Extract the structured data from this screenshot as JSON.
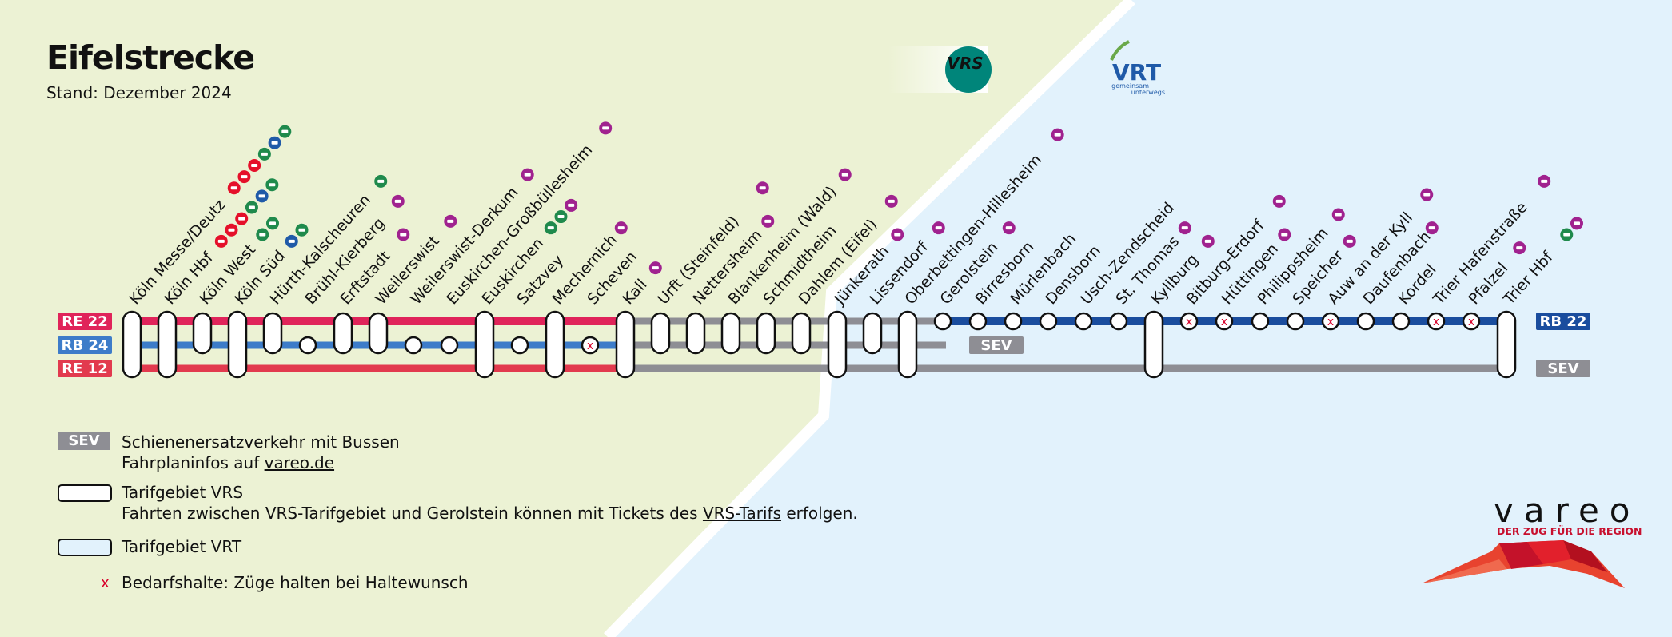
{
  "header": {
    "title": "Eifelstrecke",
    "subtitle": "Stand: Dezember 2024"
  },
  "logos": {
    "vrs": "VRS",
    "vrt": "VRT",
    "vrt_tagline_1": "gemeinsam",
    "vrt_tagline_2": "unterwegs",
    "vareo": "vareo",
    "vareo_tagline": "DER ZUG FÜR DIE REGION"
  },
  "lines": [
    {
      "label": "RE 22",
      "color": "#e0245a",
      "side": "left"
    },
    {
      "label": "RB 24",
      "color": "#3d7cc9",
      "side": "left"
    },
    {
      "label": "RE 12",
      "color": "#e23a4e",
      "side": "left"
    },
    {
      "label": "RB 22",
      "color": "#1a4d9e",
      "side": "right"
    },
    {
      "label": "SEV",
      "color": "#8e8e94",
      "side": "right"
    }
  ],
  "sev_label": "SEV",
  "stations": [
    {
      "name": "Köln Messe/Deutz",
      "badges": [
        "IC",
        "IC",
        "IC",
        "S",
        "U",
        "DB"
      ]
    },
    {
      "name": "Köln Hbf",
      "badges": [
        "IC",
        "IC",
        "IC",
        "S",
        "U",
        "DB"
      ]
    },
    {
      "name": "Köln West",
      "badges": [
        "S",
        "DB"
      ]
    },
    {
      "name": "Köln Süd",
      "badges": [
        "U",
        "DB"
      ]
    },
    {
      "name": "Hürth-Kalscheuren",
      "badges": [
        "DB"
      ]
    },
    {
      "name": "Brühl-Kierberg",
      "badges": [
        "Bus"
      ]
    },
    {
      "name": "Erftstadt",
      "badges": [
        "Bus"
      ]
    },
    {
      "name": "Weilerswist",
      "badges": [
        "Bus"
      ]
    },
    {
      "name": "Weilerswist-Derkum",
      "badges": [
        "Bus"
      ]
    },
    {
      "name": "Euskirchen-Großbüllesheim",
      "badges": [
        "Bus"
      ]
    },
    {
      "name": "Euskirchen",
      "badges": [
        "S",
        "DB",
        "Bus"
      ]
    },
    {
      "name": "Satzvey",
      "badges": []
    },
    {
      "name": "Mechernich",
      "badges": [
        "Bus"
      ]
    },
    {
      "name": "Scheven",
      "badges": []
    },
    {
      "name": "Kall",
      "badges": [
        "Bus"
      ]
    },
    {
      "name": "Urft (Steinfeld)",
      "badges": [
        "Bus"
      ]
    },
    {
      "name": "Nettersheim",
      "badges": [
        "Bus"
      ]
    },
    {
      "name": "Blankenheim (Wald)",
      "badges": [
        "Bus"
      ]
    },
    {
      "name": "Schmidtheim",
      "badges": []
    },
    {
      "name": "Dahlem (Eifel)",
      "badges": [
        "Bus"
      ]
    },
    {
      "name": "Jünkerath",
      "badges": [
        "Bus"
      ]
    },
    {
      "name": "Lissendorf",
      "badges": [
        "Bus"
      ]
    },
    {
      "name": "Oberbettingen-Hillesheim",
      "badges": [
        "Bus"
      ]
    },
    {
      "name": "Gerolstein",
      "badges": [
        "Bus"
      ]
    },
    {
      "name": "Birresborn",
      "badges": []
    },
    {
      "name": "Mürlenbach",
      "badges": []
    },
    {
      "name": "Densborn",
      "badges": []
    },
    {
      "name": "Usch-Zendscheid",
      "badges": []
    },
    {
      "name": "St. Thomas",
      "badges": [
        "Bus"
      ]
    },
    {
      "name": "Kyllburg",
      "badges": [
        "Bus"
      ]
    },
    {
      "name": "Bitburg-Erdorf",
      "badges": [
        "Bus"
      ]
    },
    {
      "name": "Hüttingen",
      "badges": [
        "Bus"
      ]
    },
    {
      "name": "Philippsheim",
      "badges": [
        "Bus"
      ]
    },
    {
      "name": "Speicher",
      "badges": [
        "Bus"
      ]
    },
    {
      "name": "Auw an der Kyll",
      "badges": [
        "Bus"
      ]
    },
    {
      "name": "Daufenbach",
      "badges": [
        "Bus"
      ]
    },
    {
      "name": "Kordel",
      "badges": []
    },
    {
      "name": "Trier Hafenstraße",
      "badges": [
        "Bus"
      ]
    },
    {
      "name": "Pfalzel",
      "badges": [
        "Bus"
      ]
    },
    {
      "name": "Trier Hbf",
      "badges": [
        "DB",
        "Bus"
      ]
    }
  ],
  "legend": {
    "sev_chip": "SEV",
    "sev_line1": "Schienenersatzverkehr mit Bussen",
    "sev_line2_pre": "Fahrplaninfos auf ",
    "sev_line2_link": "vareo.de",
    "vrs_title": "Tarifgebiet VRS",
    "vrs_desc_pre": "Fahrten zwischen VRS-Tarifgebiet und Gerolstein können mit Tickets des ",
    "vrs_desc_link": "VRS-Tarifs",
    "vrs_desc_post": " erfolgen.",
    "vrt_title": "Tarifgebiet VRT",
    "bedarf_mark": "x",
    "bedarf_text": "Bedarfshalte: Züge halten bei Haltewunsch"
  },
  "colors": {
    "vrs_zone": "#ecf2d4",
    "vrt_zone": "#e2f2fc",
    "sev_gray": "#8e8e94",
    "request_stop": "#d8002a",
    "bus_badge": "#a0228f",
    "s_badge": "#1f8a4c",
    "u_badge": "#1f5aa8",
    "ic_badge": "#e5102a"
  }
}
